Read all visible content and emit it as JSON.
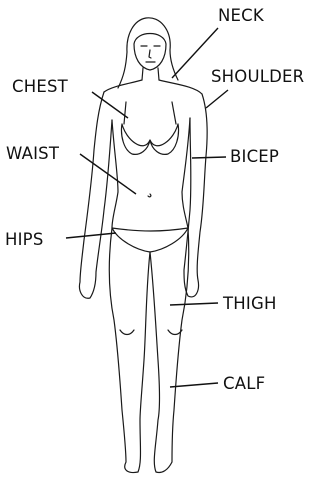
{
  "labels": {
    "neck": "NECK",
    "chest": "CHEST",
    "shoulder": "SHOULDER",
    "waist": "WAIST",
    "bicep": "BICEP",
    "hips": "HIPS",
    "thigh": "THIGH",
    "calf": "CALF"
  },
  "colors": {
    "line": "#111111",
    "background": "#ffffff"
  }
}
